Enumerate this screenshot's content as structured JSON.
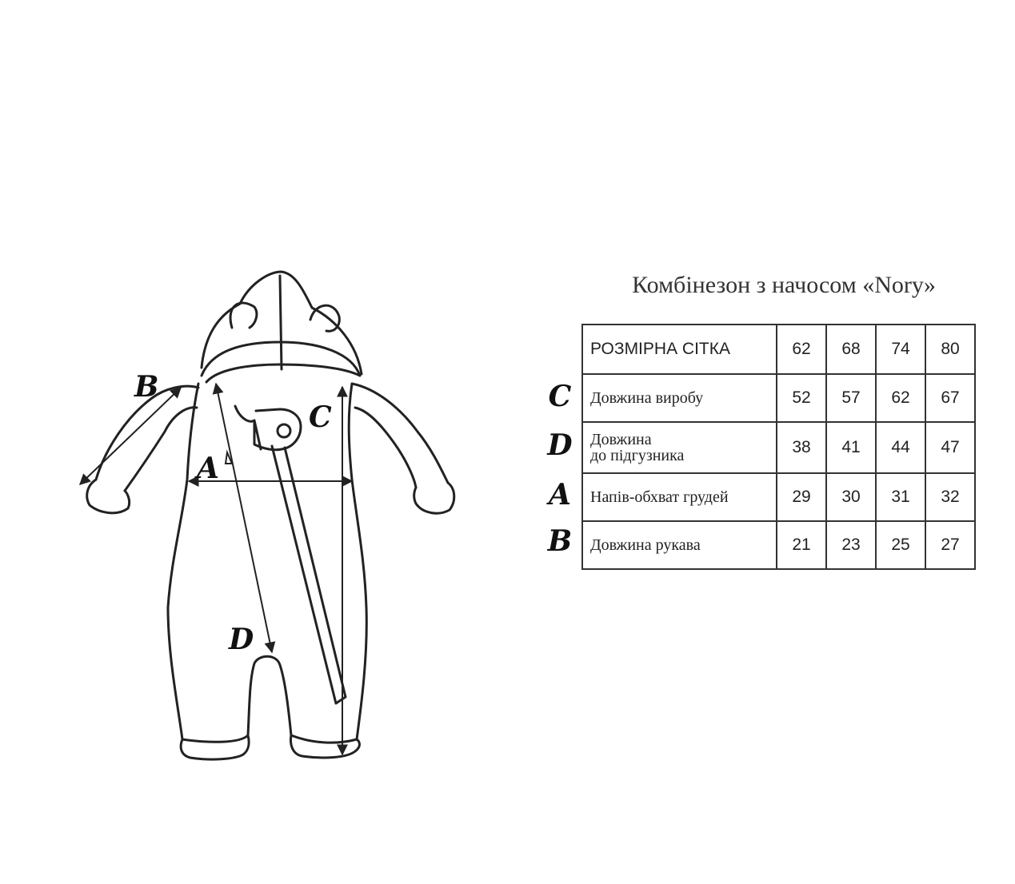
{
  "title": "Комбінезон з начосом «Nory»",
  "diagram_letters": {
    "a": "A",
    "b": "B",
    "c": "C",
    "d": "D"
  },
  "size_chart": {
    "header_label": "РОЗМІРНА СІТКА",
    "sizes": [
      "62",
      "68",
      "74",
      "80"
    ],
    "rows": [
      {
        "letter": "C",
        "label": "Довжина виробу",
        "values": [
          "52",
          "57",
          "62",
          "67"
        ]
      },
      {
        "letter": "D",
        "label_line1": "Довжина",
        "label_line2": "до підгузника",
        "values": [
          "38",
          "41",
          "44",
          "47"
        ]
      },
      {
        "letter": "A",
        "label": "Напів-обхват грудей",
        "values": [
          "29",
          "30",
          "31",
          "32"
        ]
      },
      {
        "letter": "B",
        "label": "Довжина рукава",
        "values": [
          "21",
          "23",
          "25",
          "27"
        ]
      }
    ]
  }
}
